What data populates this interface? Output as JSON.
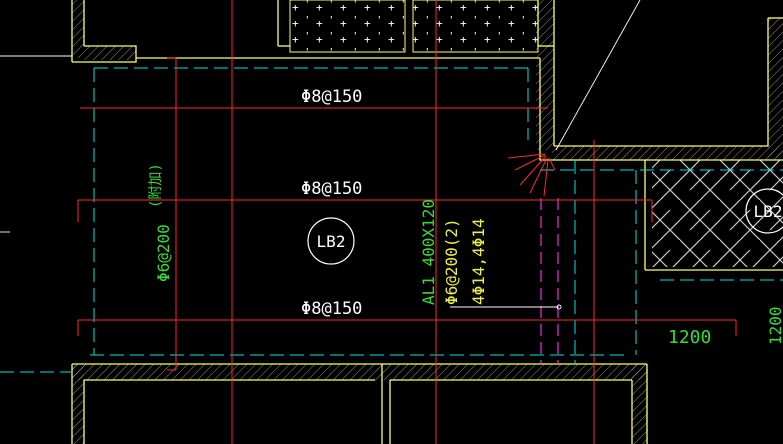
{
  "colors": {
    "background": "#000000",
    "wall_yellow": "#ffff66",
    "axis_red": "#ff2a2a",
    "dim_cyan": "#00e5e5",
    "text_white": "#ffffff",
    "text_green": "#33dd33",
    "text_yellow": "#eeee44",
    "magenta": "#ff33ff"
  },
  "labels": {
    "rebar_top": "Φ8@150",
    "rebar_mid": "Φ8@150",
    "rebar_bottom": "Φ8@150",
    "rebar_side": "Φ6@200",
    "side_note": "(附加)",
    "slab_id": "LB2",
    "slab_id_right": "LB2",
    "beam_id": "AL1 400X120",
    "stirrup": "Φ6@200(2)",
    "beam_bars": "4Φ14,4Φ14",
    "dimension": "1200",
    "dimension_right": "1200"
  }
}
